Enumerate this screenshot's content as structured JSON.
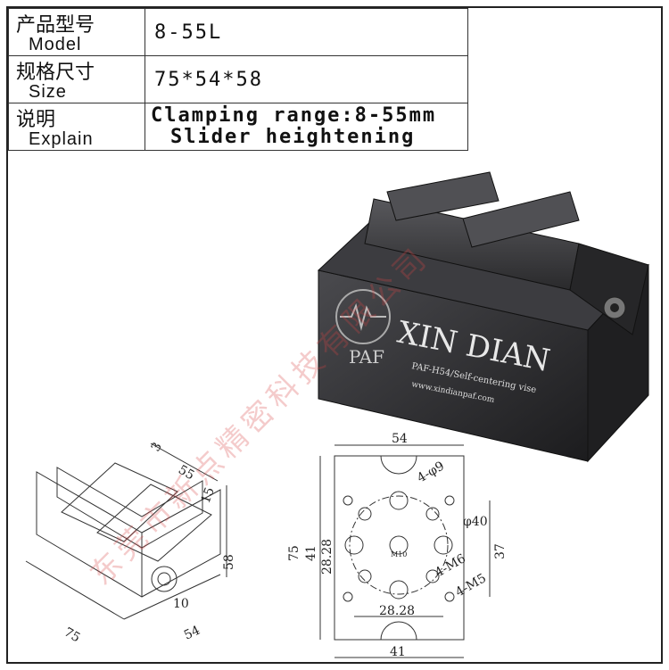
{
  "spec_table": {
    "rows": [
      {
        "label_cn": "产品型号",
        "label_en": "Model",
        "value": "8-55L"
      },
      {
        "label_cn": "规格尺寸",
        "label_en": "Size",
        "value": "75*54*58"
      },
      {
        "label_cn": "说明",
        "label_en": "Explain",
        "value_lines": [
          "Clamping range:8-55mm",
          "Slider heightening"
        ]
      }
    ]
  },
  "product_photo": {
    "logo_text": "PAF",
    "brand": "XIN DIAN",
    "model_line": "PAF-H54/Self-centering vise",
    "website": "www.xindianpaf.com"
  },
  "drawing": {
    "iso_dims": [
      "3",
      "55",
      "15",
      "58",
      "10",
      "75",
      "54"
    ],
    "plan_dims": {
      "top_width": "54",
      "holes_label": "4-φ9",
      "circle_dia": "φ40",
      "height_total": "75",
      "height_inner": "41",
      "height_pitch": "28.28",
      "right_height": "37",
      "center_label": "M10",
      "thread_m6": "4-M6",
      "thread_m5": "4-M5",
      "bottom_pitch": "28.28",
      "bottom_width": "41"
    }
  },
  "watermark": "东莞市新点精密科技有限公司",
  "colors": {
    "border": "#222222",
    "metal": "#2a2a2c",
    "watermark": "#d74646"
  }
}
